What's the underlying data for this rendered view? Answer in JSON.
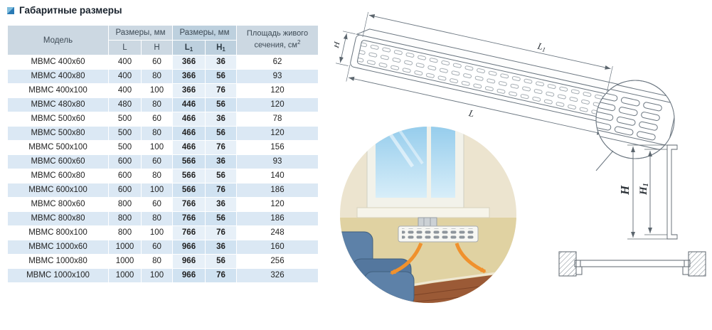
{
  "page": {
    "title": "Габаритные размеры"
  },
  "colors": {
    "accent_blue": "#2a7ab5",
    "header_bg": "#ccd8e2",
    "header_bg_highlight": "#bdd0de",
    "row_alt_bg": "#dbe8f4",
    "arrow_orange": "#f0912d"
  },
  "table": {
    "header": {
      "model": "Модель",
      "dims_left": "Размеры, мм",
      "dims_right": "Размеры, мм",
      "area_line1": "Площадь живого",
      "area_line2": "сечения, см",
      "area_sup": "2",
      "col_L": "L",
      "col_H": "H",
      "col_L1_base": "L",
      "col_L1_sub": "1",
      "col_H1_base": "H",
      "col_H1_sub": "1"
    },
    "rows": [
      {
        "model": "МВМС 400x60",
        "L": "400",
        "H": "60",
        "L1": "366",
        "H1": "36",
        "area": "62"
      },
      {
        "model": "МВМС 400x80",
        "L": "400",
        "H": "80",
        "L1": "366",
        "H1": "56",
        "area": "93"
      },
      {
        "model": "МВМС 400x100",
        "L": "400",
        "H": "100",
        "L1": "366",
        "H1": "76",
        "area": "120"
      },
      {
        "model": "МВМС 480x80",
        "L": "480",
        "H": "80",
        "L1": "446",
        "H1": "56",
        "area": "120"
      },
      {
        "model": "МВМС 500x60",
        "L": "500",
        "H": "60",
        "L1": "466",
        "H1": "36",
        "area": "78"
      },
      {
        "model": "МВМС 500x80",
        "L": "500",
        "H": "80",
        "L1": "466",
        "H1": "56",
        "area": "120"
      },
      {
        "model": "МВМС 500x100",
        "L": "500",
        "H": "100",
        "L1": "466",
        "H1": "76",
        "area": "156"
      },
      {
        "model": "МВМС 600x60",
        "L": "600",
        "H": "60",
        "L1": "566",
        "H1": "36",
        "area": "93"
      },
      {
        "model": "МВМС 600x80",
        "L": "600",
        "H": "80",
        "L1": "566",
        "H1": "56",
        "area": "140"
      },
      {
        "model": "МВМС 600x100",
        "L": "600",
        "H": "100",
        "L1": "566",
        "H1": "76",
        "area": "186"
      },
      {
        "model": "МВМС 800x60",
        "L": "800",
        "H": "60",
        "L1": "766",
        "H1": "36",
        "area": "120"
      },
      {
        "model": "МВМС 800x80",
        "L": "800",
        "H": "80",
        "L1": "766",
        "H1": "56",
        "area": "186"
      },
      {
        "model": "МВМС 800x100",
        "L": "800",
        "H": "100",
        "L1": "766",
        "H1": "76",
        "area": "248"
      },
      {
        "model": "МВМС 1000x60",
        "L": "1000",
        "H": "60",
        "L1": "966",
        "H1": "36",
        "area": "160"
      },
      {
        "model": "МВМС 1000x80",
        "L": "1000",
        "H": "80",
        "L1": "966",
        "H1": "56",
        "area": "256"
      },
      {
        "model": "МВМС 1000x100",
        "L": "1000",
        "H": "100",
        "L1": "966",
        "H1": "76",
        "area": "326"
      }
    ]
  },
  "drawings": {
    "iso": {
      "dim_h": "H",
      "dim_l1_base": "L",
      "dim_l1_sub": "1",
      "dim_l": "L"
    },
    "profile": {
      "dim_h": "H",
      "dim_h1_base": "H",
      "dim_h1_sub": "1"
    }
  }
}
